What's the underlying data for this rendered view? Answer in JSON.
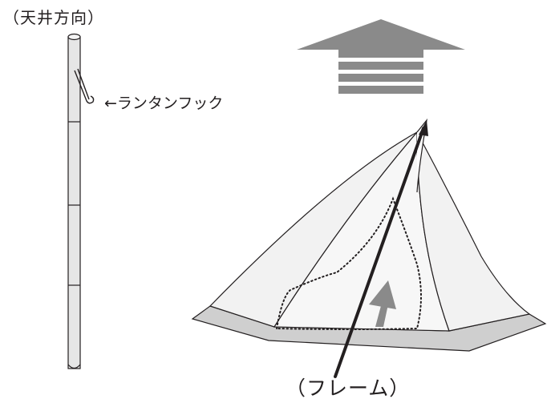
{
  "labels": {
    "ceiling_direction": "（天井方向）",
    "lantern_hook": "←ランタンフック",
    "frame": "（フレーム）"
  },
  "colors": {
    "ink": "#231f20",
    "pole_fill": "#e6e6e6",
    "tent_fill": "#f2f2f2",
    "tent_base": "#cfcfcf",
    "arrow_gray": "#8a8a8a"
  }
}
